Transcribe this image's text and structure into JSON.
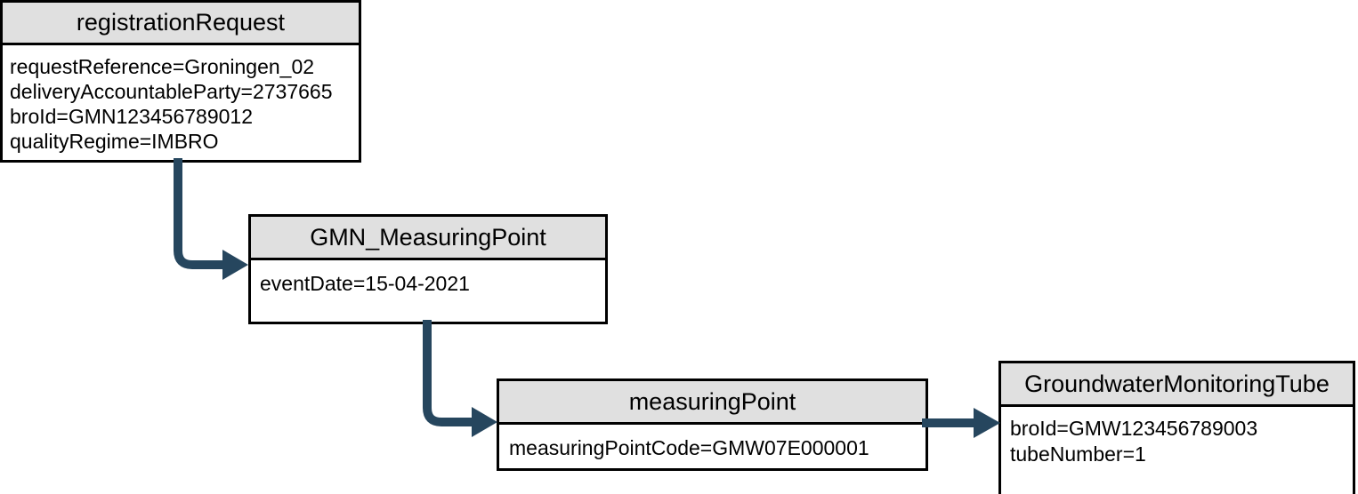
{
  "diagram": {
    "title": "registrationRequest object diagram",
    "type": "uml-object-diagram",
    "colors": {
      "node_header_fill": "#e0e0e0",
      "node_body_fill": "#ffffff",
      "node_border": "#000000",
      "connector": "#26465e",
      "background": "#ffffff",
      "text": "#000000"
    }
  },
  "nodes": [
    {
      "id": "registrationRequest",
      "title": "registrationRequest",
      "attributes": [
        "requestReference=Groningen_02",
        "deliveryAccountableParty=2737665",
        "broId=GMN123456789012",
        "qualityRegime=IMBRO"
      ]
    },
    {
      "id": "GMN_MeasuringPoint",
      "title": "GMN_MeasuringPoint",
      "attributes": [
        "eventDate=15-04-2021"
      ]
    },
    {
      "id": "measuringPoint",
      "title": "measuringPoint",
      "attributes": [
        "measuringPointCode=GMW07E000001"
      ]
    },
    {
      "id": "GroundwaterMonitoringTube",
      "title": "GroundwaterMonitoringTube",
      "attributes": [
        "broId=GMW123456789003",
        "tubeNumber=1"
      ]
    }
  ],
  "connectors": [
    {
      "id": "registrationRequest-to-GMN_MeasuringPoint",
      "from": "registrationRequest",
      "to": "GMN_MeasuringPoint",
      "shape": "elbow-down-right",
      "arrowhead": "solid-triangle"
    },
    {
      "id": "GMN_MeasuringPoint-to-measuringPoint",
      "from": "GMN_MeasuringPoint",
      "to": "measuringPoint",
      "shape": "elbow-down-right",
      "arrowhead": "solid-triangle"
    },
    {
      "id": "measuringPoint-to-GroundwaterMonitoringTube",
      "from": "measuringPoint",
      "to": "GroundwaterMonitoringTube",
      "shape": "straight-right",
      "arrowhead": "solid-triangle"
    }
  ]
}
